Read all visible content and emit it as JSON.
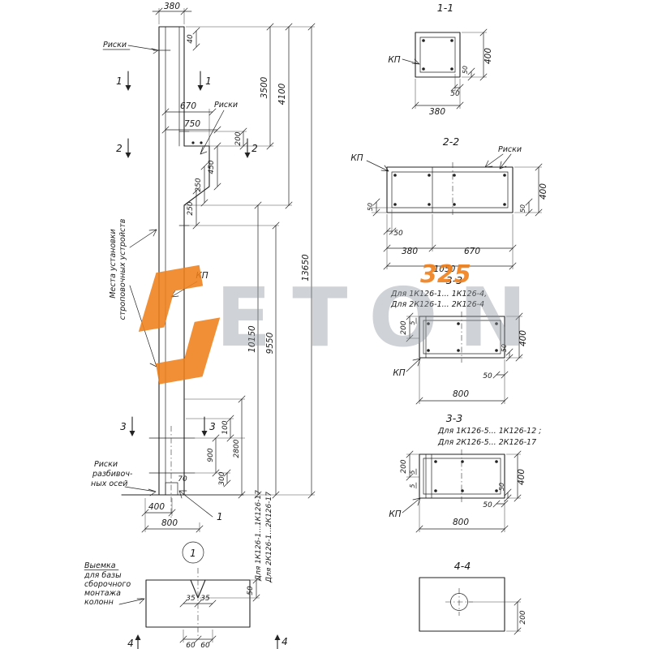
{
  "watermark": {
    "big_text": "ETON",
    "number": "325",
    "accent_color": "#ef7f1b"
  },
  "elevation": {
    "dims": {
      "top_width": "380",
      "top_offset": "40",
      "h_3500": "3500",
      "h_4100": "4100",
      "corbel_670": "670",
      "corbel_750": "750",
      "c_200": "200",
      "c_450": "450",
      "c_250a": "250",
      "c_250b": "250",
      "h_13650": "13650",
      "h_10150": "10150",
      "h_9550": "9550",
      "b_100": "100",
      "b_2800": "2800",
      "b_900": "900",
      "b_300": "300",
      "b_70": "70",
      "b_400": "400",
      "b_800": "800"
    },
    "labels": {
      "riski_top": "Риски",
      "riski_corbel": "Риски",
      "kp": "КП",
      "mesta_line1": "Места установки",
      "mesta_line2": "строповочных устройств",
      "riski_base_1": "Риски",
      "riski_base_2": "разбивоч-",
      "riski_base_3": "ных осей",
      "series_1": "Для 1К126-1...1К126-17",
      "series_2": "Для 2К126-1...2К126-17",
      "leader_1": "1",
      "detail_ref": "1"
    },
    "marks": {
      "s1a": "1",
      "s1b": "1",
      "s2a": "2",
      "s2b": "2",
      "s3a": "3",
      "s3b": "3"
    }
  },
  "detail": {
    "note": [
      "Выемка",
      "для базы",
      "сборочного",
      "монтажа",
      "колонн"
    ],
    "dims": {
      "d35a": "35",
      "d35b": "35",
      "d50": "50",
      "d60a": "60",
      "d60b": "60"
    },
    "marks": {
      "s4a": "4",
      "s4b": "4"
    }
  },
  "section11": {
    "title": "1-1",
    "kp": "КП",
    "dims": {
      "h400": "400",
      "c50a": "50",
      "c50b": "50",
      "w380": "380"
    }
  },
  "section22": {
    "title": "2-2",
    "kp": "КП",
    "riski": "Риски",
    "dims": {
      "h400": "400",
      "c50l": "50",
      "c50r": "50",
      "c50b": "50",
      "w380": "380",
      "w670": "670",
      "w1050": "1050"
    }
  },
  "section33a": {
    "title": "3-3",
    "note1": "Для 1К126-1... 1К126-4,",
    "note2": "Для 2К126-1... 2К126-4",
    "kp": "КП",
    "dims": {
      "v200": "200",
      "v5": "5",
      "h400": "400",
      "c50": "50",
      "c50b": "50",
      "w800": "800"
    }
  },
  "section33b": {
    "title": "3-3",
    "note1": "Для 1К126-5... 1К126-12 ;",
    "note2": "Для 2К126-5... 2К126-17",
    "kp": "КП",
    "dims": {
      "v200": "200",
      "v5a": "5",
      "v5b": "5",
      "h400": "400",
      "c50": "50",
      "c50b": "50",
      "w800": "800"
    }
  },
  "section44": {
    "title": "4-4",
    "dims": {
      "v200": "200"
    }
  }
}
